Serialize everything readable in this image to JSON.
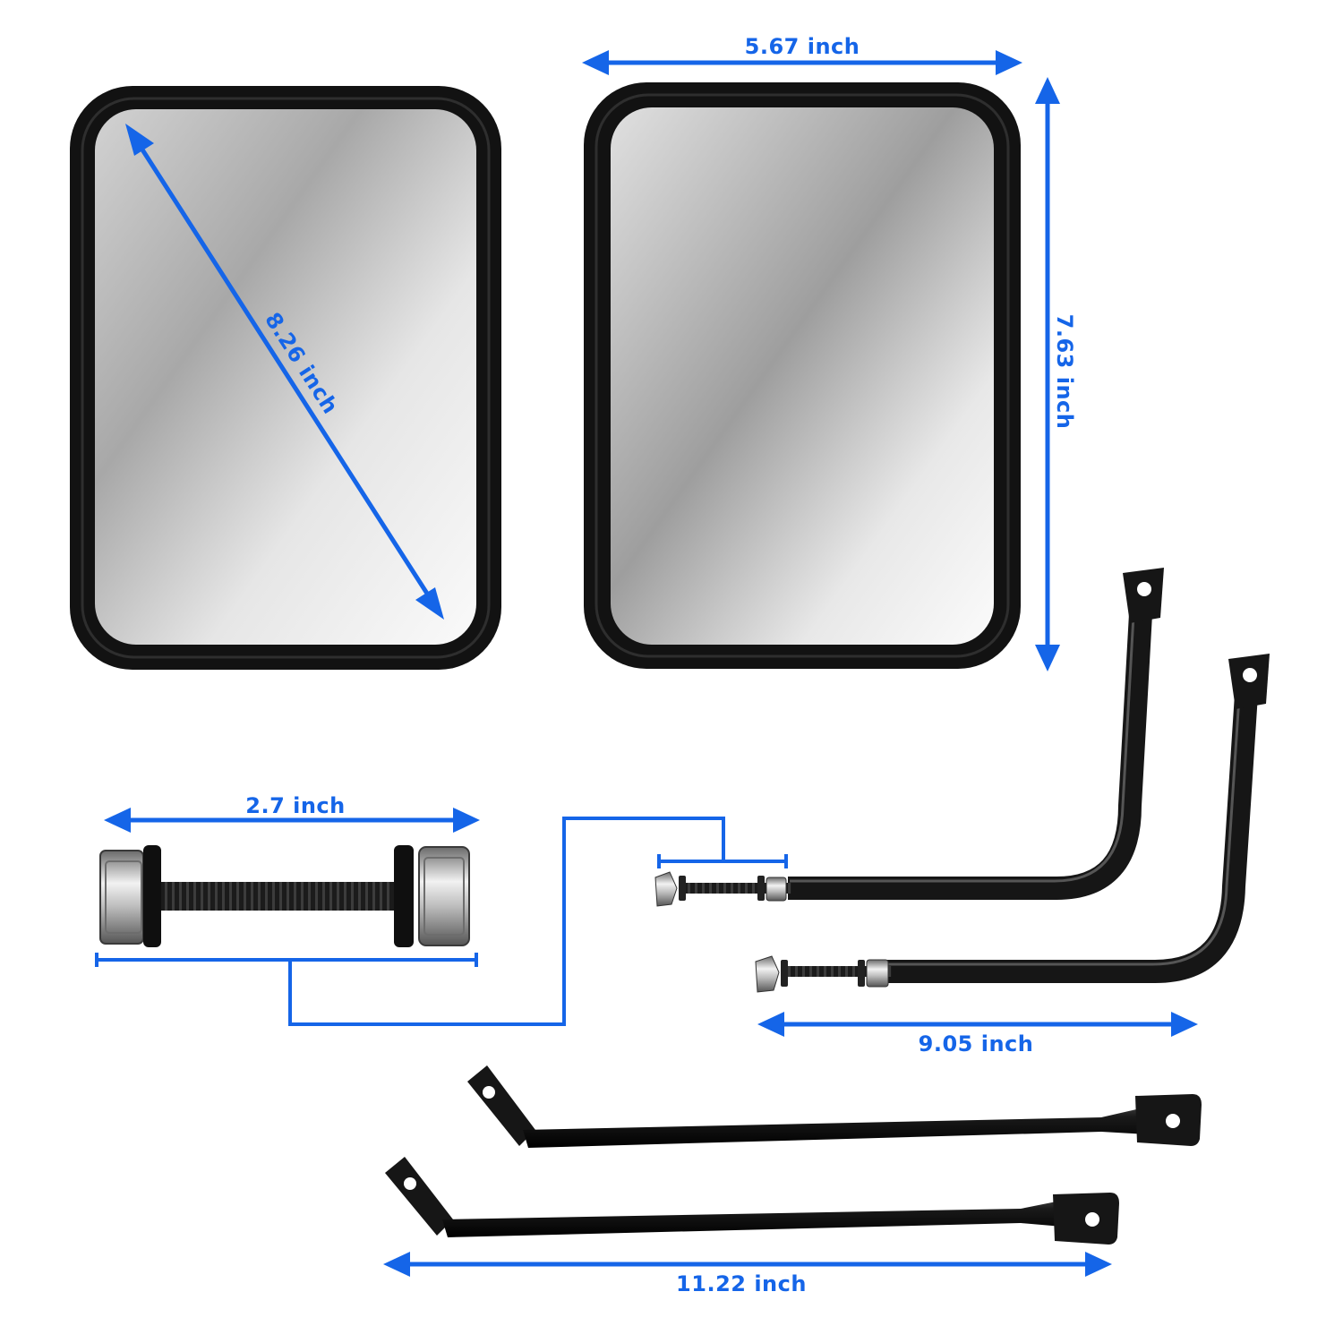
{
  "colors": {
    "dimension": "#1565e8",
    "frame": "#111111",
    "bracket": "#1a1a1a",
    "background": "#ffffff"
  },
  "dimensions": {
    "mirror_diagonal": "8.26 inch",
    "mirror_width": "5.67 inch",
    "mirror_height": "7.63 inch",
    "bolt_length": "2.7 inch",
    "l_bracket_length": "9.05 inch",
    "straight_bracket_length": "11.22 inch"
  }
}
